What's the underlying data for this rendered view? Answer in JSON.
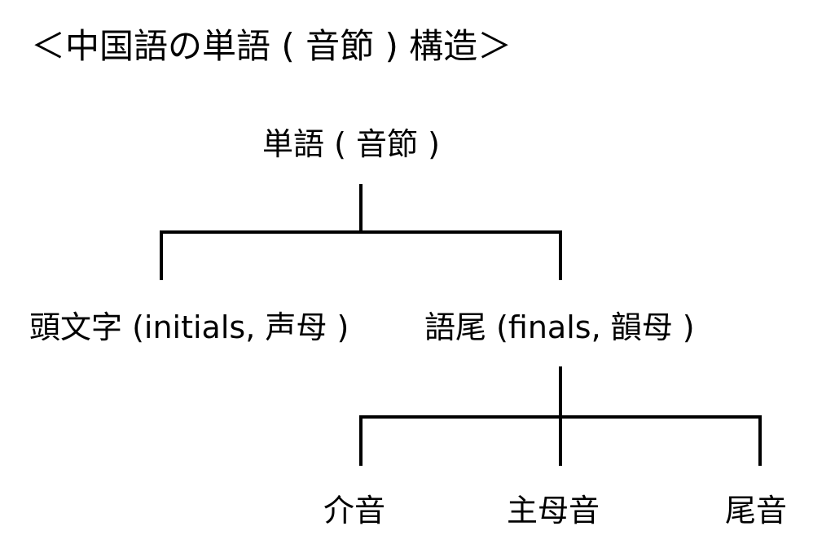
{
  "title": "＜中国語の単語 ( 音節 ) 構造＞",
  "tree": {
    "root": "単語 ( 音節 )",
    "initials": "頭文字 (initials, 声母 )",
    "finals": "語尾 (finals, 韻母 )",
    "medial": "介音",
    "nucleus": "主母音",
    "coda": "尾音"
  }
}
